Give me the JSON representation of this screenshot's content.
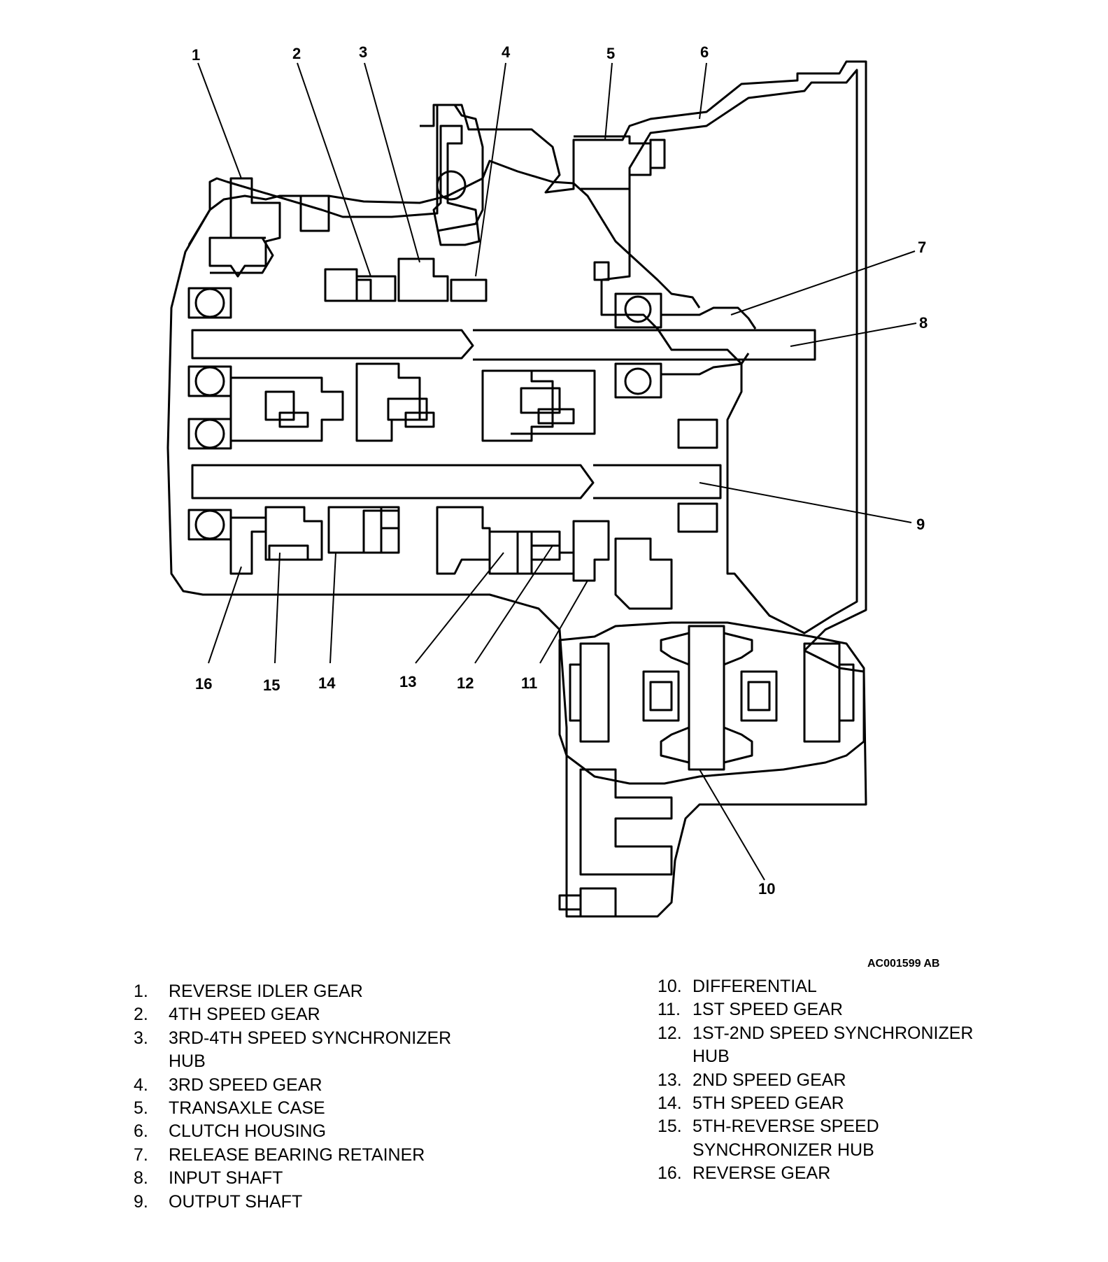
{
  "callouts": [
    "1",
    "2",
    "3",
    "4",
    "5",
    "6",
    "7",
    "8",
    "9",
    "10",
    "11",
    "12",
    "13",
    "14",
    "15",
    "16"
  ],
  "figure_id": "AC001599 AB",
  "legend_left": [
    {
      "num": "1.",
      "text": "REVERSE IDLER GEAR"
    },
    {
      "num": "2.",
      "text": "4TH SPEED GEAR"
    },
    {
      "num": "3.",
      "text": "3RD-4TH SPEED SYNCHRONIZER HUB"
    },
    {
      "num": "4.",
      "text": "3RD SPEED GEAR"
    },
    {
      "num": "5.",
      "text": "TRANSAXLE CASE"
    },
    {
      "num": "6.",
      "text": "CLUTCH HOUSING"
    },
    {
      "num": "7.",
      "text": "RELEASE BEARING RETAINER"
    },
    {
      "num": "8.",
      "text": "INPUT SHAFT"
    },
    {
      "num": "9.",
      "text": "OUTPUT SHAFT"
    }
  ],
  "legend_right": [
    {
      "num": "10.",
      "text": "DIFFERENTIAL"
    },
    {
      "num": "11.",
      "text": "1ST SPEED GEAR"
    },
    {
      "num": "12.",
      "text": "1ST-2ND SPEED SYNCHRONIZER HUB"
    },
    {
      "num": "13.",
      "text": "2ND SPEED GEAR"
    },
    {
      "num": "14.",
      "text": "5TH SPEED GEAR"
    },
    {
      "num": "15.",
      "text": "5TH-REVERSE SPEED SYNCHRONIZER HUB"
    },
    {
      "num": "16.",
      "text": "REVERSE GEAR"
    }
  ]
}
